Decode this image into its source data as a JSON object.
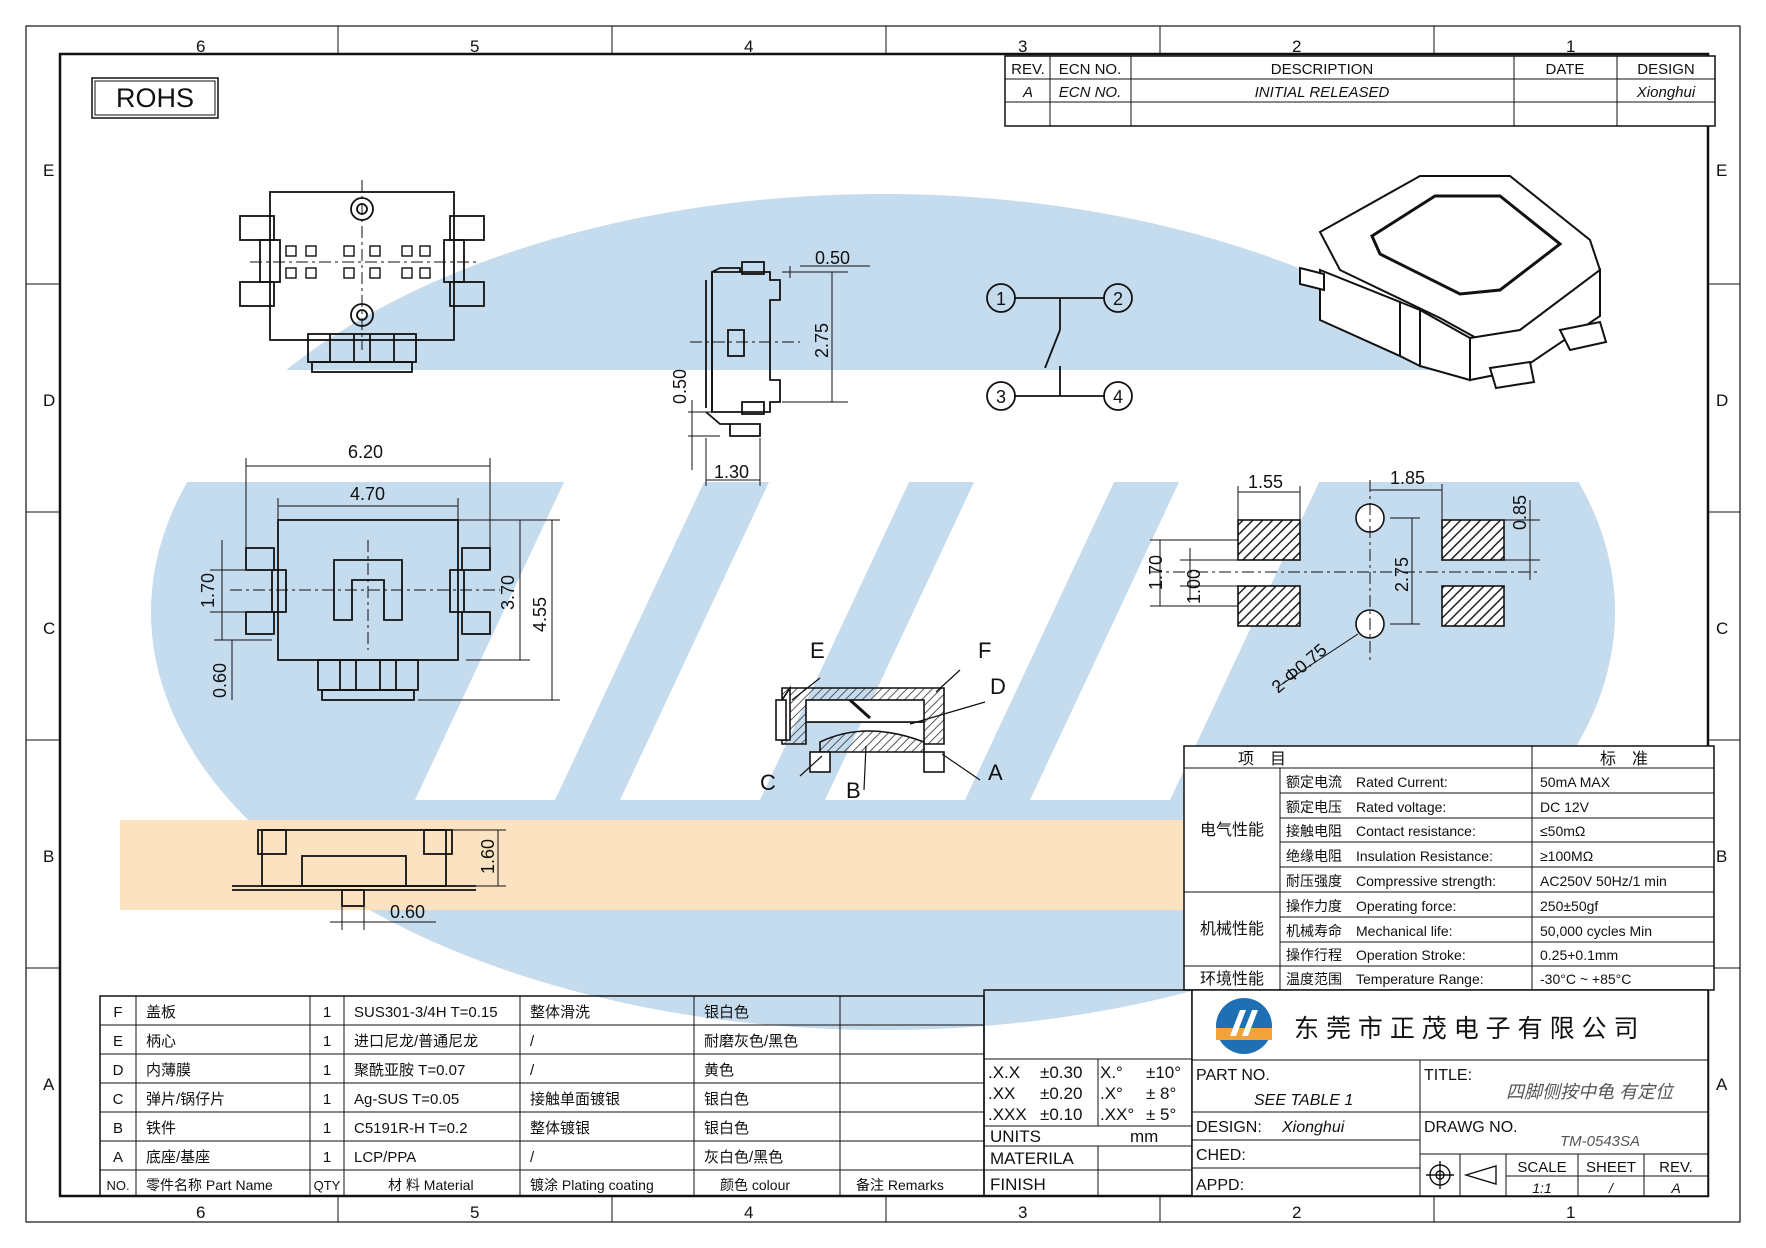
{
  "frame": {
    "top_zones": [
      "6",
      "5",
      "4",
      "3",
      "2",
      "1"
    ],
    "side_zones": [
      "E",
      "D",
      "C",
      "B",
      "A"
    ]
  },
  "rohs_label": "ROHS",
  "revision_table": {
    "headers": [
      "REV.",
      "ECN NO.",
      "DESCRIPTION",
      "DATE",
      "DESIGN"
    ],
    "row": [
      "A",
      "ECN NO.",
      "INITIAL RELEASED",
      "",
      "Xionghui"
    ]
  },
  "dimensions": {
    "side_050_top": "0.50",
    "side_275": "2.75",
    "side_050_left": "0.50",
    "side_130": "1.30",
    "top_620": "6.20",
    "top_470": "4.70",
    "left_170": "1.70",
    "left_060": "0.60",
    "right_370": "3.70",
    "right_455": "4.55",
    "front_160": "1.60",
    "front_060": "0.60",
    "pad_155": "1.55",
    "pad_185": "1.85",
    "pad_085": "0.85",
    "pad_170": "1.70",
    "pad_100": "1.00",
    "pad_275": "2.75",
    "pad_hole": "2-Φ0.75"
  },
  "schematic_pins": [
    "1",
    "2",
    "3",
    "4"
  ],
  "section_labels": [
    "E",
    "F",
    "D",
    "A",
    "B",
    "C"
  ],
  "spec_table": {
    "header_item": "项　目",
    "header_std": "标　准",
    "groups": [
      {
        "name": "电气性能",
        "rows": [
          {
            "cn": "额定电流",
            "en": "Rated Current:",
            "value": "50mA MAX"
          },
          {
            "cn": "额定电压",
            "en": "Rated voltage:",
            "value": "DC 12V"
          },
          {
            "cn": "接触电阻",
            "en": "Contact resistance:",
            "value": "≤50mΩ"
          },
          {
            "cn": "绝缘电阻",
            "en": "Insulation Resistance:",
            "value": "≥100MΩ"
          },
          {
            "cn": "耐压强度",
            "en": "Compressive strength:",
            "value": "AC250V 50Hz/1 min"
          }
        ]
      },
      {
        "name": "机械性能",
        "rows": [
          {
            "cn": "操作力度",
            "en": "Operating force:",
            "value": "250±50gf"
          },
          {
            "cn": "机械寿命",
            "en": "Mechanical life:",
            "value": "50,000 cycles Min"
          },
          {
            "cn": "操作行程",
            "en": "Operation Stroke:",
            "value": "0.25+0.1mm"
          }
        ]
      },
      {
        "name": "环境性能",
        "rows": [
          {
            "cn": "温度范围",
            "en": "Temperature Range:",
            "value": "-30°C ~ +85°C"
          }
        ]
      }
    ]
  },
  "bom": {
    "header": [
      "NO.",
      "零件名称 Part Name",
      "QTY",
      "材 料 Material",
      "镀涂 Plating coating",
      "颜色 colour",
      "备注 Remarks"
    ],
    "rows": [
      [
        "F",
        "盖板",
        "1",
        "SUS301-3/4H T=0.15",
        "整体滑洗",
        "银白色",
        ""
      ],
      [
        "E",
        "柄心",
        "1",
        "进口尼龙/普通尼龙",
        "/",
        "耐磨灰色/黑色",
        ""
      ],
      [
        "D",
        "内薄膜",
        "1",
        "聚酰亚胺 T=0.07",
        "/",
        "黄色",
        ""
      ],
      [
        "C",
        "弹片/锅仔片",
        "1",
        "Ag-SUS T=0.05",
        "接触单面镀银",
        "银白色",
        ""
      ],
      [
        "B",
        "铁件",
        "1",
        "C5191R-H T=0.2",
        "整体镀银",
        "银白色",
        ""
      ],
      [
        "A",
        "底座/基座",
        "1",
        "LCP/PPA",
        "/",
        "灰白色/黑色",
        ""
      ]
    ]
  },
  "tolerances": {
    "rows": [
      [
        ".X.X",
        "±0.30",
        "X.°",
        "±10°"
      ],
      [
        ".XX",
        "±0.20",
        ".X°",
        "± 8°"
      ],
      [
        ".XXX",
        "±0.10",
        ".XX°",
        "± 5°"
      ]
    ],
    "units_label": "UNITS",
    "units_value": "mm",
    "material_label": "MATERILA",
    "finish_label": "FINISH"
  },
  "title_block": {
    "company": "东 莞 市 正 茂 电 子 有 限 公 司",
    "part_no_label": "PART NO.",
    "part_no_value": "SEE TABLE 1",
    "title_label": "TITLE:",
    "title_value": "四脚侧按中龟 有定位",
    "design_label": "DESIGN:",
    "design_value": "Xionghui",
    "drawg_label": "DRAWG NO.",
    "drawg_value": "TM-0543SA",
    "ched_label": "CHED:",
    "appd_label": "APPD:",
    "scale_label": "SCALE",
    "scale_value": "1:1",
    "sheet_label": "SHEET",
    "sheet_value": "/",
    "rev_label": "REV.",
    "rev_value": "A"
  },
  "colors": {
    "watermark_blue": "#c5dbee",
    "watermark_orange": "#fbe3c2",
    "logo_blue": "#1f6fb5",
    "logo_orange": "#f2a23a"
  }
}
